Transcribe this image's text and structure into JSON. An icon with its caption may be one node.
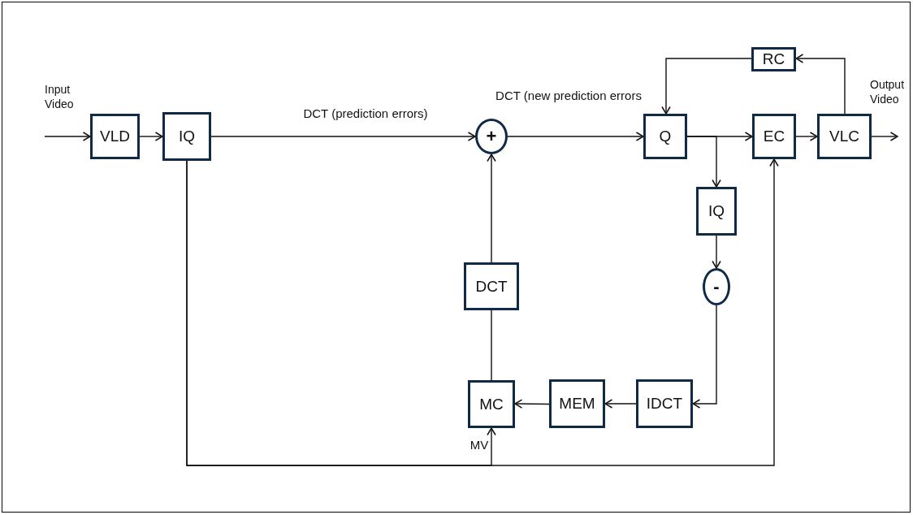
{
  "diagram": {
    "nodes": [
      {
        "text": [
          "VLD"
        ]
      },
      {
        "text": [
          "IQ"
        ]
      },
      {
        "text": [
          "+"
        ]
      },
      {
        "text": [
          "Q"
        ]
      },
      {
        "text": [
          "EC"
        ]
      },
      {
        "text": [
          "VLC"
        ]
      },
      {
        "text": [
          "RC"
        ]
      },
      {
        "text": [
          "IQ"
        ]
      },
      {
        "text": [
          "-"
        ]
      },
      {
        "text": [
          "DCT"
        ]
      },
      {
        "text": [
          "MC"
        ]
      },
      {
        "text": [
          "MEM"
        ]
      },
      {
        "text": [
          "IDCT"
        ]
      }
    ],
    "edges": [
      {
        "from": null,
        "to": 0,
        "arrow": "to"
      },
      {
        "from": 0,
        "to": 1,
        "arrow": "to"
      },
      {
        "from": 1,
        "to": 2,
        "arrow": "to",
        "label": "DCT (prediction errors)"
      },
      {
        "from": 2,
        "to": 3,
        "arrow": "to",
        "label": "DCT (new prediction errors"
      },
      {
        "from": 3,
        "to": 4,
        "arrow": "to"
      },
      {
        "from": 4,
        "to": 5,
        "arrow": "to"
      },
      {
        "from": 5,
        "to": null,
        "arrow": "to"
      },
      {
        "from": 5,
        "to": 6,
        "arrow": "to"
      },
      {
        "from": 6,
        "to": 3,
        "arrow": "to"
      },
      {
        "from": 3,
        "to": 7,
        "arrow": "to"
      },
      {
        "from": 7,
        "to": 8,
        "arrow": "to"
      },
      {
        "from": 8,
        "to": 12,
        "arrow": "to"
      },
      {
        "from": 12,
        "to": 11,
        "arrow": "to"
      },
      {
        "from": 11,
        "to": 10,
        "arrow": "to"
      },
      {
        "from": 10,
        "to": 9,
        "arrow": "none"
      },
      {
        "from": 9,
        "to": 2,
        "arrow": "to"
      },
      {
        "from": 1,
        "to": 10,
        "arrow": "to",
        "label": "MV"
      },
      {
        "from": 1,
        "to": 4,
        "arrow": "to"
      }
    ],
    "labels": [
      "Input Video",
      "Output Video"
    ]
  }
}
